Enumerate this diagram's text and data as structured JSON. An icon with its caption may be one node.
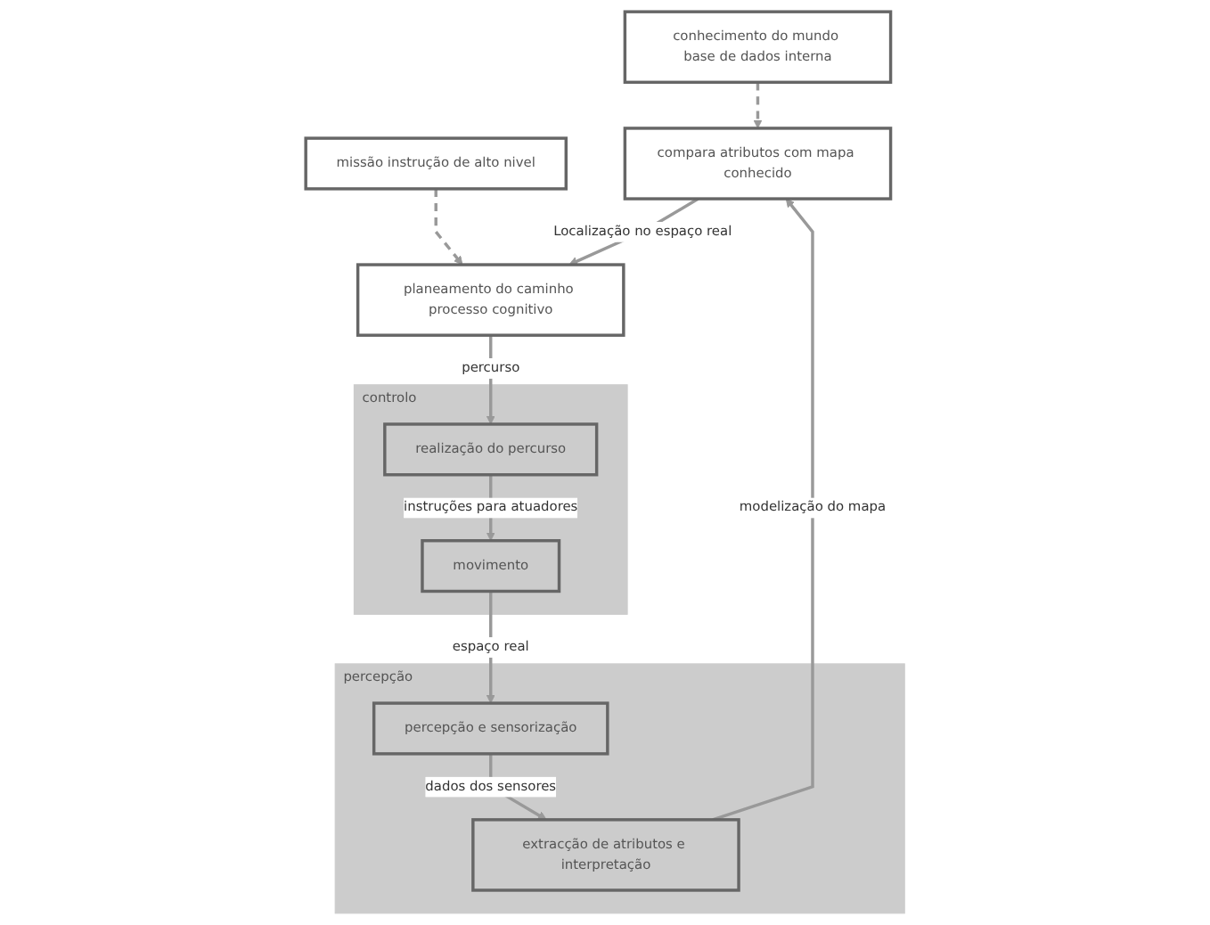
{
  "diagram": {
    "nodes": [
      {
        "text": [
          "conhecimento do mundo base de dados interna"
        ]
      },
      {
        "text": [
          "missão instrução de alto nivel"
        ]
      },
      {
        "text": [
          "compara atributos com mapa conhecido"
        ]
      },
      {
        "text": [
          "planeamento do caminho processo cognitivo"
        ]
      },
      {
        "text": [
          "percepção"
        ]
      },
      {
        "text": [
          "extracção de atributos e interpretação"
        ],
        "in": 4
      },
      {
        "text": [
          "percepção e sensorização"
        ],
        "in": 4
      },
      {
        "text": [
          "controlo"
        ]
      },
      {
        "text": [
          "realização do percurso"
        ],
        "in": 7
      },
      {
        "text": [
          "movimento"
        ],
        "in": 7
      }
    ],
    "edges": [
      {
        "from": 0,
        "to": 2,
        "arrow": "to",
        "style": "dashed"
      },
      {
        "from": 1,
        "to": 3,
        "arrow": "to",
        "style": "dashed"
      },
      {
        "from": 2,
        "to": 3,
        "arrow": "to",
        "label": "Localização no espaço real"
      },
      {
        "from": 3,
        "to": 8,
        "arrow": "to",
        "label": "percurso"
      },
      {
        "from": 8,
        "to": 9,
        "arrow": "to",
        "label": "instruções para atuadores"
      },
      {
        "from": 9,
        "to": 6,
        "arrow": "to",
        "label": "espaço real"
      },
      {
        "from": 6,
        "to": 5,
        "arrow": "to",
        "label": "dados dos sensores"
      },
      {
        "from": 5,
        "to": 2,
        "arrow": "to",
        "label": "modelização do mapa"
      }
    ]
  }
}
